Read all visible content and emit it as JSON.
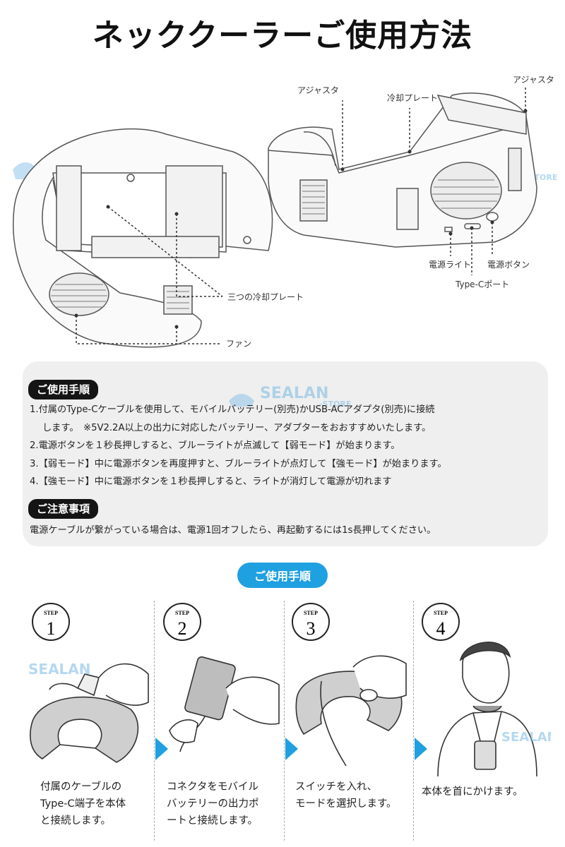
{
  "title": "ネッククーラーご使用方法",
  "watermark": {
    "brand": "SEALAN",
    "sub": "-STORE"
  },
  "diagram": {
    "labels": {
      "adjuster_left": "アジャスタ",
      "adjuster_right": "アジャスタ",
      "cooling_plate": "冷却プレート",
      "three_cooling_plates": "三つの冷却プレート",
      "fan": "ファン",
      "power_light": "電源ライト",
      "power_button": "電源ボタン",
      "typec_port": "Type-Cポート"
    }
  },
  "instructions": {
    "heading": "ご使用手順",
    "lines": [
      "1.付属のType-Cケーブルを使用して、モバイルバッテリー(別売)かUSB-ACアダプタ(別売)に接続",
      "します。　※5V2.2A以上の出力に対応したバッテリー、アダプターをおおすすめいたします。",
      "2.電源ボタンを１秒長押しすると、ブルーライトが点滅して【弱モード】が始まります。",
      "3.【弱モード】中に電源ボタンを再度押すと、ブルーライトが点灯して【強モード】が始まります。",
      "4.【強モード】中に電源ボタンを１秒長押しすると、ライトが消灯して電源が切れます"
    ]
  },
  "notes": {
    "heading": "ご注意事項",
    "text": "電源ケーブルが繋がっている場合は、電源1回オフしたら、再起動するには1s長押してください。"
  },
  "steps_pill": "ご使用手順",
  "steps": [
    {
      "badge_word": "STEP",
      "number": "1",
      "caption": [
        "付属のケーブルの",
        "Type-C端子を本体",
        "と接続します。"
      ]
    },
    {
      "badge_word": "STEP",
      "number": "2",
      "caption": [
        "コネクタをモバイル",
        "バッテリーの出力ポ",
        "ートと接続します。"
      ]
    },
    {
      "badge_word": "STEP",
      "number": "3",
      "caption": [
        "スイッチを入れ、",
        "モードを選択します。"
      ]
    },
    {
      "badge_word": "STEP",
      "number": "4",
      "caption": [
        "本体を首にかけます。"
      ]
    }
  ],
  "colors": {
    "accent": "#1fa0e0",
    "panel": "#efefef",
    "badge": "#141414"
  }
}
